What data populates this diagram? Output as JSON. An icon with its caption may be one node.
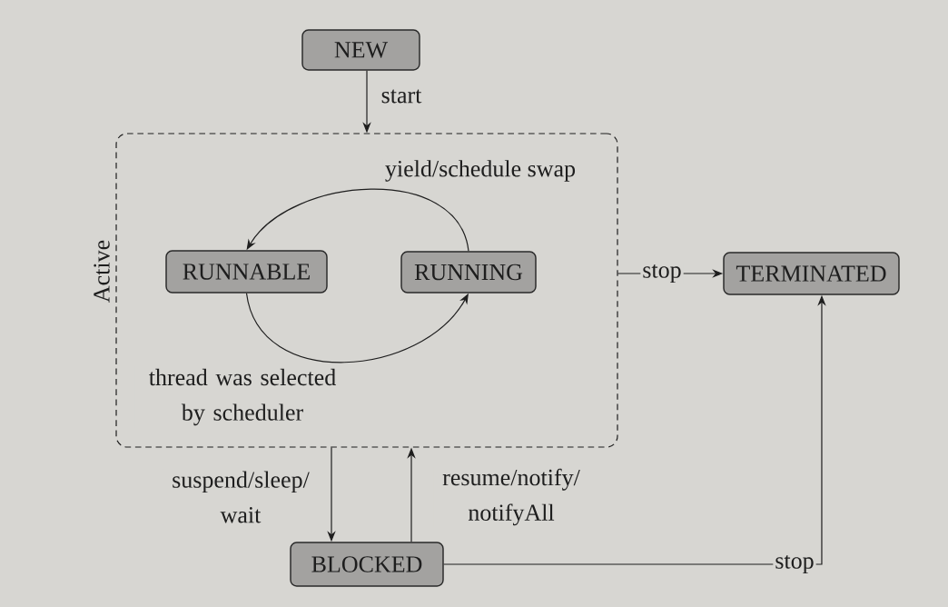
{
  "diagram": {
    "nodes": [
      {
        "text": [
          "NEW"
        ]
      },
      {
        "text": [
          "Active"
        ]
      },
      {
        "text": [
          "RUNNABLE"
        ],
        "in": 1
      },
      {
        "text": [
          "RUNNING"
        ],
        "in": 1
      },
      {
        "text": [
          "TERMINATED"
        ]
      },
      {
        "text": [
          "BLOCKED"
        ]
      }
    ],
    "edges": [
      {
        "from": 0,
        "to": 1,
        "arrow": "to",
        "label": "start"
      },
      {
        "from": 3,
        "to": 2,
        "arrow": "to",
        "label": "yield/schedule swap"
      },
      {
        "from": 2,
        "to": 3,
        "arrow": "to",
        "label": "thread was selected by scheduler"
      },
      {
        "from": 1,
        "to": 4,
        "arrow": "to",
        "label": "stop"
      },
      {
        "from": 1,
        "to": 5,
        "arrow": "to",
        "label": "suspend/sleep/ wait"
      },
      {
        "from": 5,
        "to": 1,
        "arrow": "to",
        "label": "resume/notify/ notifyAll"
      },
      {
        "from": 5,
        "to": 4,
        "arrow": "to",
        "label": "stop"
      }
    ]
  }
}
